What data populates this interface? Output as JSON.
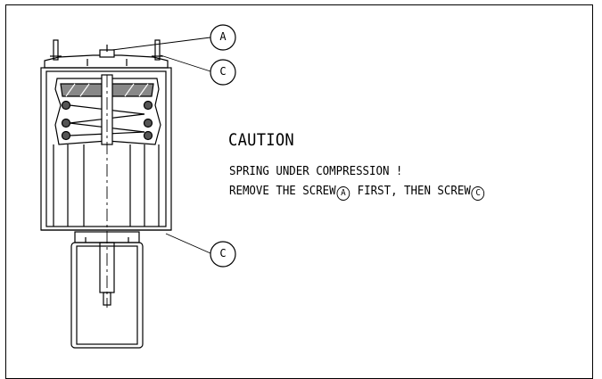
{
  "callouts": {
    "a": "A",
    "c_top": "C",
    "c_bottom": "C"
  },
  "caution": {
    "title": "CAUTION",
    "line1": "SPRING UNDER COMPRESSION !",
    "line2_part1": "REMOVE THE SCREW",
    "line2_marker1": "A",
    "line2_part2": " FIRST, THEN SCREW",
    "line2_marker2": "C"
  }
}
